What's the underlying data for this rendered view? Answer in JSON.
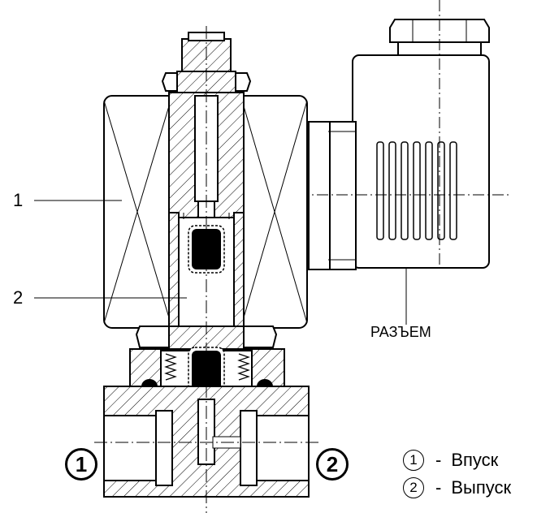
{
  "callouts": {
    "coil": "1",
    "plunger": "2"
  },
  "connector_label": "РАЗЪЕМ",
  "ports": {
    "inlet": "1",
    "outlet": "2"
  },
  "legend": [
    {
      "num": "1",
      "dash": "-",
      "text": "Впуск"
    },
    {
      "num": "2",
      "dash": "-",
      "text": "Выпуск"
    }
  ]
}
